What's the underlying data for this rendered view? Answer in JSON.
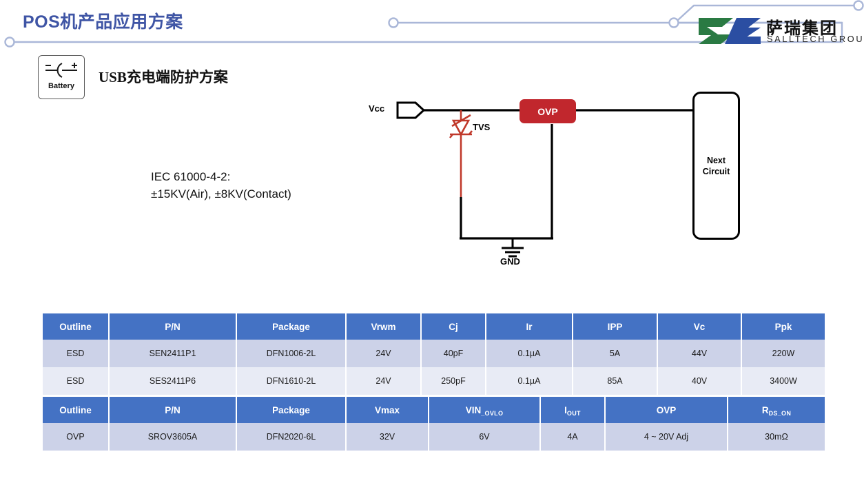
{
  "header": {
    "title": "POS机产品应用方案",
    "accent_color": "#3f55a5",
    "deco_line_color": "#aab7d8",
    "logo": {
      "cn_name": "萨瑞集团",
      "en_name": "SALLTECH GROUP",
      "green": "#2a7a43",
      "blue": "#2b4ea2"
    }
  },
  "section": {
    "icon_label": "Battery",
    "title": "USB充电端防护方案"
  },
  "note": {
    "line1": "IEC 61000-4-2:",
    "line2": "±15KV(Air), ±8KV(Contact)"
  },
  "circuit": {
    "vcc_label": "Vcc",
    "tvs_label": "TVS",
    "gnd_label": "GND",
    "ovp_label": "OVP",
    "next_label_1": "Next",
    "next_label_2": "Circuit",
    "ovp_color": "#c1272d",
    "tvs_color": "#c0392b",
    "wire_color": "#000000"
  },
  "table1": {
    "headers": [
      "Outline",
      "P/N",
      "Package",
      "Vrwm",
      "Cj",
      "Ir",
      "IPP",
      "Vc",
      "Ppk"
    ],
    "rows": [
      [
        "ESD",
        "SEN2411P1",
        "DFN1006-2L",
        "24V",
        "40pF",
        "0.1µA",
        "5A",
        "44V",
        "220W"
      ],
      [
        "ESD",
        "SES2411P6",
        "DFN1610-2L",
        "24V",
        "250pF",
        "0.1µA",
        "85A",
        "40V",
        "3400W"
      ]
    ]
  },
  "table2": {
    "headers": [
      "Outline",
      "P/N",
      "Package",
      "Vmax",
      "VIN",
      "I",
      "OVP",
      "R"
    ],
    "header_subs": [
      "",
      "",
      "",
      "",
      "_OVLO",
      "OUT",
      "",
      "DS_ON"
    ],
    "rows": [
      [
        "OVP",
        "SROV3605A",
        "DFN2020-6L",
        "32V",
        "6V",
        "4A",
        "4 ~ 20V Adj",
        "30mΩ"
      ]
    ]
  },
  "theme": {
    "header_blue": "#4472c4",
    "row_band_a": "#ccd2e8",
    "row_band_b": "#e8ebf5"
  }
}
